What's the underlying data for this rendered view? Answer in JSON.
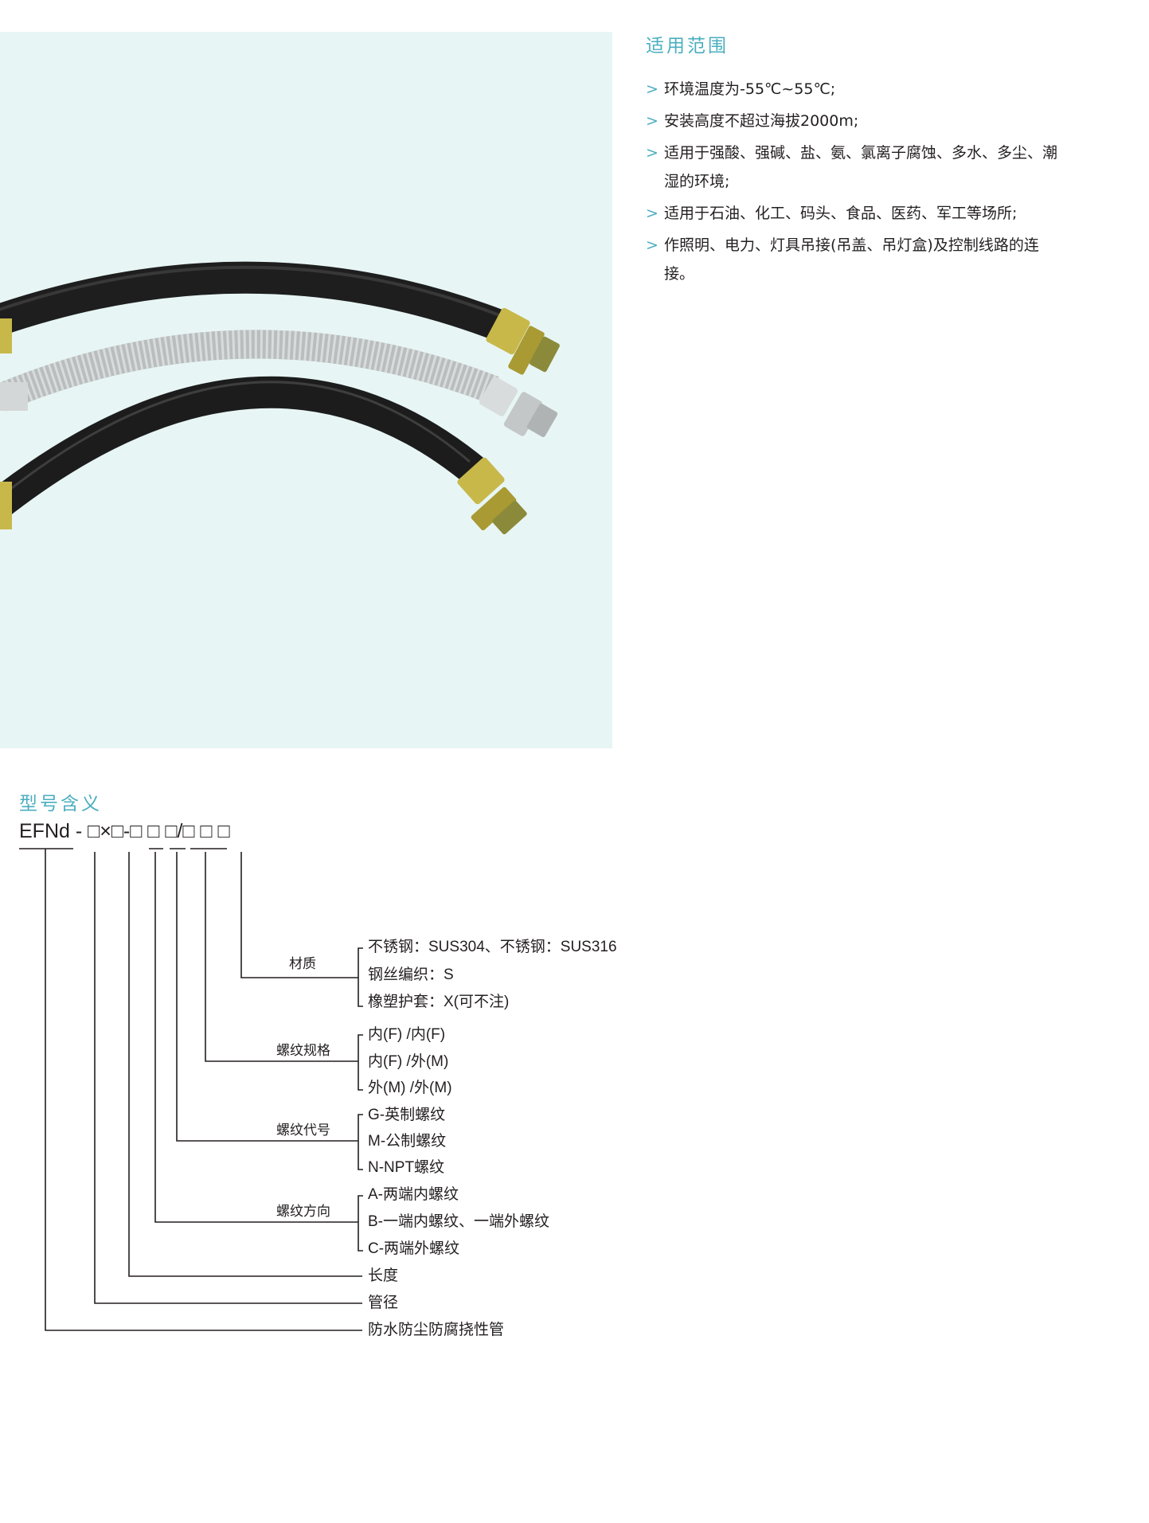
{
  "scope": {
    "title": "适用范围",
    "arrow": ">",
    "items": [
      "环境温度为-55℃~55℃;",
      "安装高度不超过海拔2000m;",
      "适用于强酸、强碱、盐、氨、氯离子腐蚀、多水、多尘、潮湿的环境;",
      "适用于石油、化工、码头、食品、医药、军工等场所;",
      "作照明、电力、灯具吊接(吊盖、吊灯盒)及控制线路的连接。"
    ]
  },
  "model": {
    "title": "型号含义",
    "code_prefix": "EFNd",
    "code_rest": " - □×□-□ □ □/□ □ □",
    "groups": [
      {
        "label": "材质",
        "options": [
          "不锈钢：SUS304、不锈钢：SUS316",
          "钢丝编织：S",
          "橡塑护套：X(可不注)"
        ]
      },
      {
        "label": "螺纹规格",
        "options": [
          "内(F) /内(F)",
          "内(F) /外(M)",
          "外(M) /外(M)"
        ]
      },
      {
        "label": "螺纹代号",
        "options": [
          "G-英制螺纹",
          "M-公制螺纹",
          "N-NPT螺纹"
        ]
      },
      {
        "label": "螺纹方向",
        "options": [
          "A-两端内螺纹",
          "B-一端内螺纹、一端外螺纹",
          "C-两端外螺纹"
        ]
      }
    ],
    "singles": [
      "长度",
      "管径",
      "防水防尘防腐挠性管"
    ]
  },
  "colors": {
    "accent": "#4aaebf",
    "photo_bg": "#e8f5f5"
  }
}
